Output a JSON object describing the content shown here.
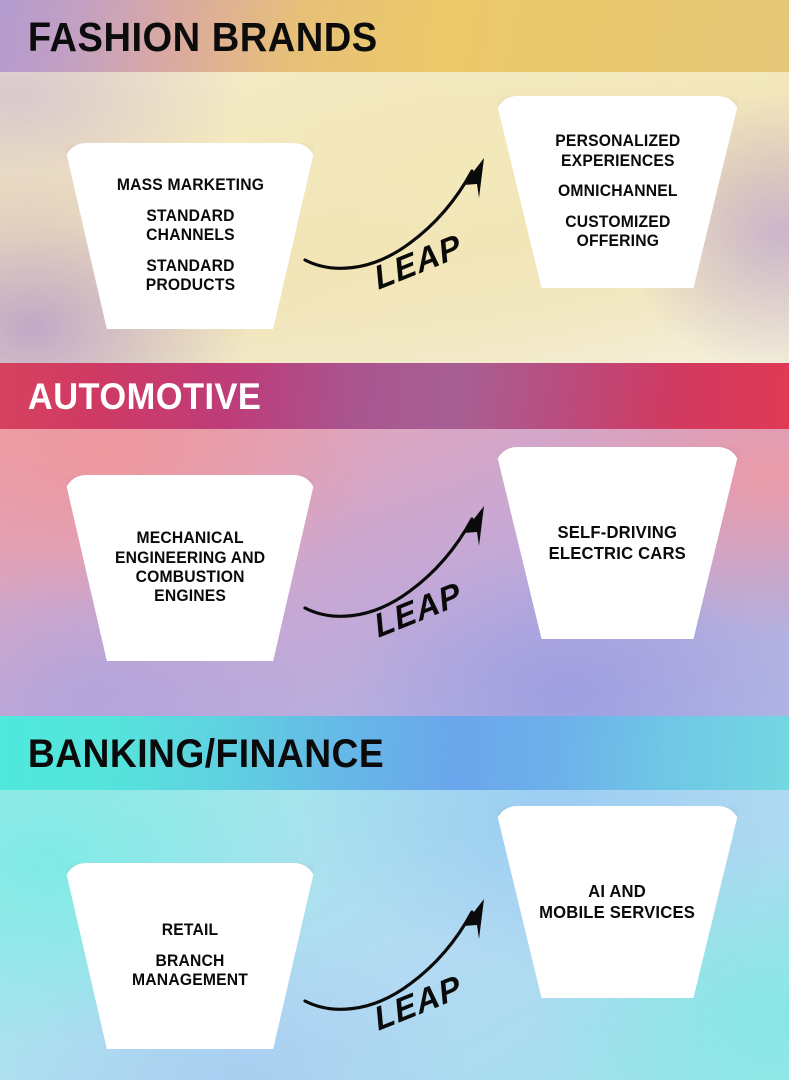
{
  "sections": [
    {
      "id": "fashion-brands",
      "header": "FASHION BRANDS",
      "header_text_color": "#0c0c0c",
      "band_colors": [
        "#b49bd0",
        "#d9a9a2",
        "#ecc96a",
        "#e6c87a"
      ],
      "panel_colors": [
        "#f4eccb",
        "#f0e2b4",
        "#b296cd"
      ],
      "before": {
        "lines": [
          [
            "MASS MARKETING"
          ],
          [
            "STANDARD",
            "CHANNELS"
          ],
          [
            "STANDARD",
            "PRODUCTS"
          ]
        ]
      },
      "after": {
        "lines": [
          [
            "PERSONALIZED",
            "EXPERIENCES"
          ],
          [
            "OMNICHANNEL"
          ],
          [
            "CUSTOMIZED",
            "OFFERING"
          ]
        ]
      },
      "arrow_label": "LEAP"
    },
    {
      "id": "automotive",
      "header": "AUTOMOTIVE",
      "header_text_color": "#ffffff",
      "band_colors": [
        "#d8425f",
        "#bd3d7a",
        "#a9558f",
        "#e03a55"
      ],
      "panel_colors": [
        "#eca2ac",
        "#c5a8d6",
        "#aeb4e4"
      ],
      "before": {
        "lines": [
          [
            "MECHANICAL",
            "ENGINEERING AND",
            "COMBUSTION",
            "ENGINES"
          ]
        ]
      },
      "after": {
        "lines": [
          [
            "SELF-DRIVING",
            "ELECTRIC CARS"
          ]
        ]
      },
      "arrow_label": "LEAP"
    },
    {
      "id": "banking-finance",
      "header": "BANKING/FINANCE",
      "header_text_color": "#0a0a0a",
      "band_colors": [
        "#4fe9dd",
        "#5fd2e0",
        "#66b6e8",
        "#73d8e2"
      ],
      "panel_colors": [
        "#9fe9e6",
        "#b3daf2",
        "#9ae6e9"
      ],
      "before": {
        "lines": [
          [
            "RETAIL"
          ],
          [
            "BRANCH",
            "MANAGEMENT"
          ]
        ]
      },
      "after": {
        "lines": [
          [
            "AI AND",
            "MOBILE SERVICES"
          ]
        ]
      },
      "arrow_label": "LEAP"
    }
  ],
  "icons": {
    "arrow": "curved-up-arrow-icon"
  }
}
